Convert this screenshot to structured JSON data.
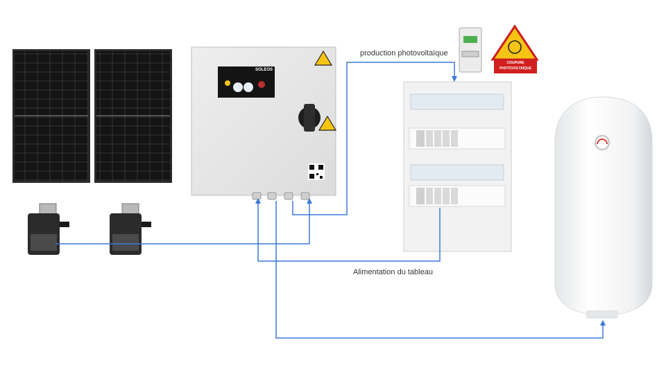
{
  "labels": {
    "production": "production photovoltaïque",
    "alimentation": "Alimentation du tableau"
  },
  "controller": {
    "brand": "SOLEOS"
  },
  "warning_sign": {
    "line1": "COUPURE",
    "line2": "PHOTOVOLTAÏQUE"
  },
  "colors": {
    "wire": "#3a78d8",
    "panel_frame": "#2a2a2a",
    "panel_cell": "#151515",
    "warning_yellow": "#f6c514",
    "warning_red": "#d11f1f"
  },
  "icons": [
    "solar-panel-icon",
    "microinverter-icon",
    "controller-box-icon",
    "breaker-icon",
    "warning-sign-icon",
    "electrical-panel-icon",
    "water-heater-icon"
  ]
}
